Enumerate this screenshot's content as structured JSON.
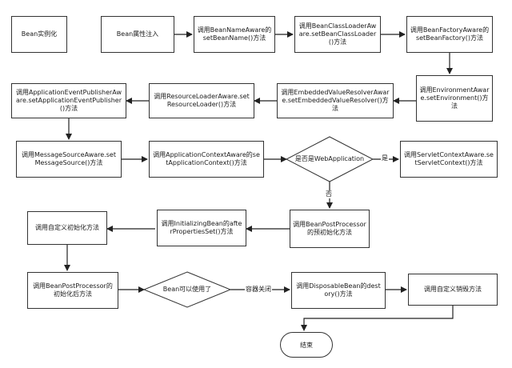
{
  "nodes": {
    "n1": "Bean实例化",
    "n2": "Bean属性注入",
    "n3": "调用BeanNameAware的setBeanName()方法",
    "n4": "调用BeanClassLoaderAware.setBeanClassLoader()方法",
    "n5": "调用BeanFactoryAware的setBeanFactory()方法",
    "n6": "调用EnvironmentAware.setEnvironment()方法",
    "n7": "调用EmbeddedValueResolverAware.setEmbeddedValueResolver()方法",
    "n8": "调用ResourceLoaderAware.setResourceLoader()方法",
    "n9": "调用ApplicationEventPublisherAware.setApplicationEventPublisher()方法",
    "n10": "调用MessageSourceAware.setMessageSource()方法",
    "n11": "调用ApplicationContextAware的setApplicationContext()方法",
    "d1": "是否是WebApplication",
    "n12": "调用ServletContextAware.setServletContext()方法",
    "n13": "调用BeanPostProcessor的预初始化方法",
    "n14": "调用InitializingBean的afterPropertiesSet()方法",
    "n15": "调用自定义初始化方法",
    "n16": "调用BeanPostProcessor的初始化后方法",
    "d2": "Bean可以使用了",
    "n17": "调用DisposableBean的destory()方法",
    "n18": "调用自定义销毁方法",
    "end": "结束"
  },
  "edge_labels": {
    "yes": "是",
    "no": "否",
    "close": "容器关闭"
  }
}
